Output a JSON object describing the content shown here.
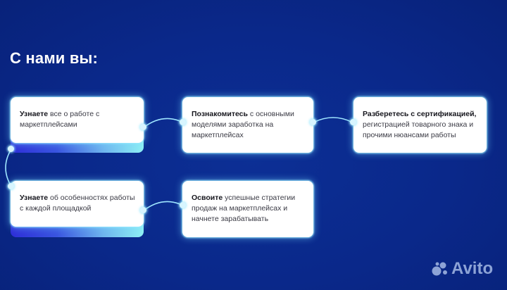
{
  "title": "С нами вы:",
  "cards": [
    {
      "bold": "Узнаете",
      "text": " все о работе с маркетплейсами"
    },
    {
      "bold": "Познакомитесь",
      "text": " с основными моделями заработка на маркетплейсах"
    },
    {
      "bold": "Разберетесь с сертификацией,",
      "text": " регистрацией товарного знака и прочими нюансами работы"
    },
    {
      "bold": "Узнаете",
      "text": " об особенностях работы с каждой площадкой"
    },
    {
      "bold": "Освоите",
      "text": " успешные стратегии продаж на маркетплейсах и начнете зарабатывать"
    }
  ],
  "logo": {
    "name": "Avito",
    "icon": "avito-dots-icon"
  },
  "colors": {
    "background": "#0b2a8a",
    "card": "#ffffff",
    "connector": "#9fe6ff",
    "bar_start": "#2e2ed8",
    "bar_end": "#8ef0f4",
    "logo": "#8da3d6"
  }
}
